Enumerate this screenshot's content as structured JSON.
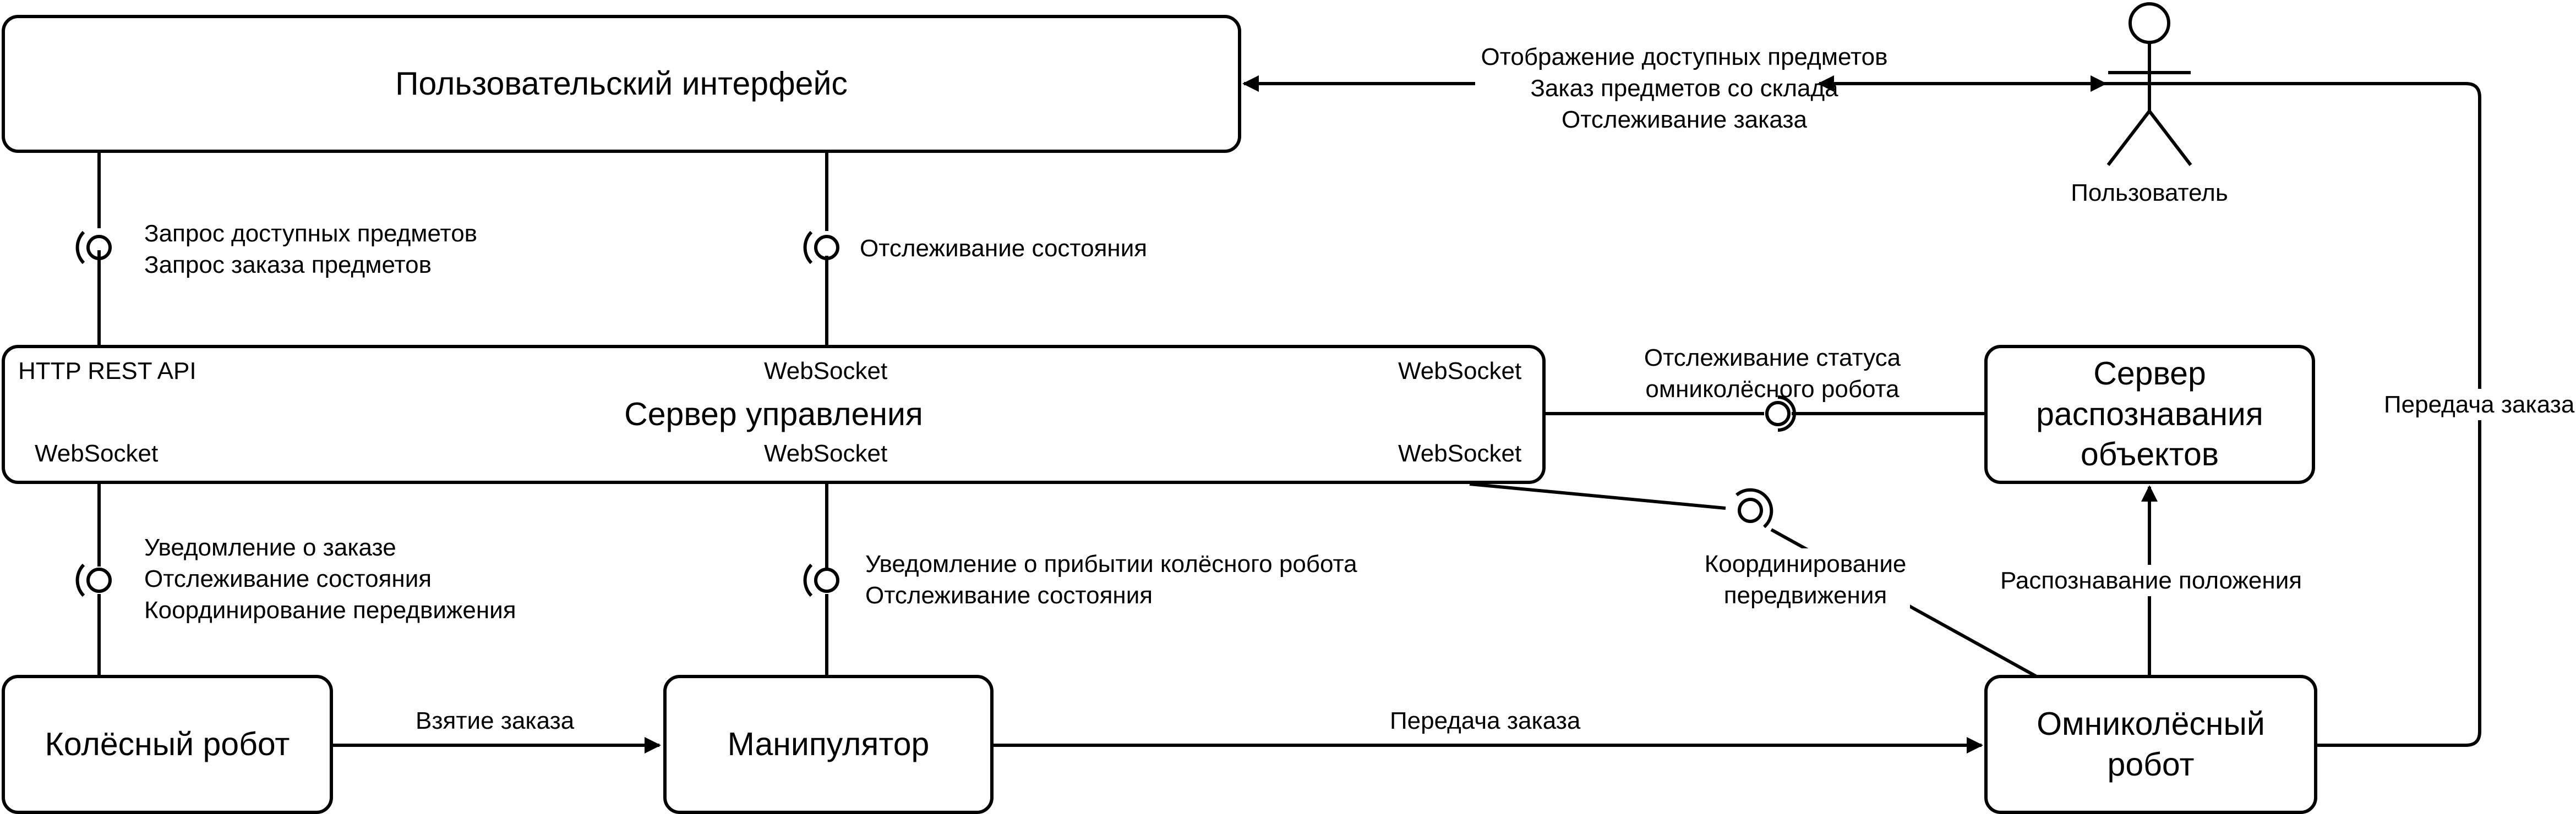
{
  "nodes": {
    "ui": "Пользовательский интерфейс",
    "control_server": "Сервер управления",
    "recognition_server": "Сервер распознавания объектов",
    "wheeled_robot": "Колёсный робот",
    "manipulator": "Манипулятор",
    "omni_robot": "Омниколёсный робот",
    "user": "Пользователь"
  },
  "ports": {
    "http_rest_api": "HTTP REST API",
    "websocket_top_mid": "WebSocket",
    "websocket_top_right": "WebSocket",
    "websocket_bottom_left": "WebSocket",
    "websocket_bottom_mid": "WebSocket",
    "websocket_bottom_right": "WebSocket"
  },
  "edges": {
    "user_ui": [
      "Отображение доступных предметов",
      "Заказ предметов со склада",
      "Отслеживание заказа"
    ],
    "ui_rest": [
      "Запрос доступных предметов",
      "Запрос заказа предметов"
    ],
    "ui_ws": "Отслеживание состояния",
    "recognition_status": [
      "Отслеживание статуса",
      "омниколёсного робота"
    ],
    "wheeled_ws": [
      "Уведомление о заказе",
      "Отслеживание состояния",
      "Координирование передвижения"
    ],
    "manipulator_ws": [
      "Уведомление о прибытии колёсного робота",
      "Отслеживание состояния"
    ],
    "omni_ws": [
      "Координирование",
      "передвижения"
    ],
    "take_order": "Взятие заказа",
    "pass_order_mid": "Передача заказа",
    "position_recognition": "Распознавание положения",
    "pass_order_right": "Передача заказа"
  }
}
